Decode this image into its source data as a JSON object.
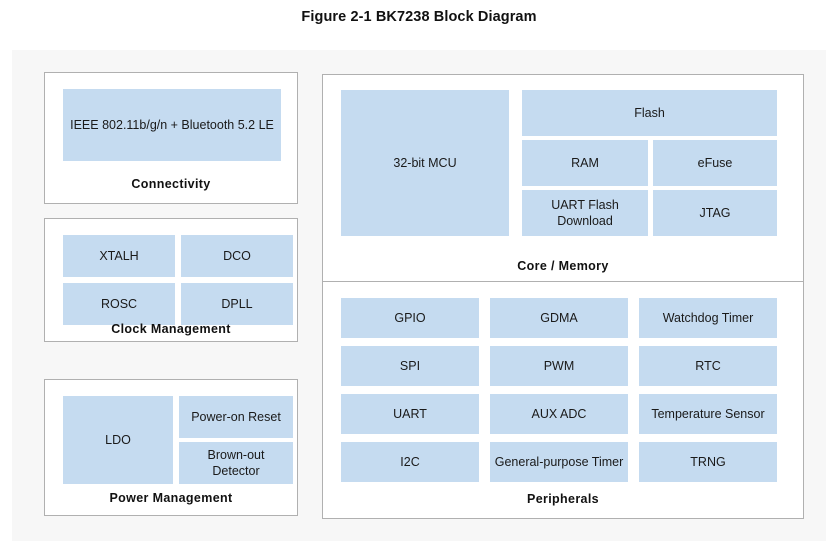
{
  "figure": {
    "title": "Figure 2-1 BK7238 Block Diagram"
  },
  "colors": {
    "block_fill": "#c5dbf0",
    "panel_border": "#b0b0b0",
    "canvas_background": "#f7f7f7",
    "text": "#1a1a1a"
  },
  "panels": {
    "connectivity": {
      "caption": "Connectivity",
      "blocks": [
        {
          "label": "IEEE 802.11b/g/n + Bluetooth 5.2 LE"
        }
      ]
    },
    "clock_management": {
      "caption": "Clock Management",
      "blocks": [
        {
          "label": "XTALH"
        },
        {
          "label": "DCO"
        },
        {
          "label": "ROSC"
        },
        {
          "label": "DPLL"
        }
      ]
    },
    "power_management": {
      "caption": "Power Management",
      "blocks": [
        {
          "label": "LDO"
        },
        {
          "label": "Power-on Reset"
        },
        {
          "label": "Brown-out Detector"
        }
      ]
    },
    "core_memory": {
      "caption": "Core / Memory",
      "blocks": [
        {
          "label": "32-bit MCU"
        },
        {
          "label": "Flash"
        },
        {
          "label": "RAM"
        },
        {
          "label": "eFuse"
        },
        {
          "label": "UART Flash Download"
        },
        {
          "label": "JTAG"
        }
      ]
    },
    "peripherals": {
      "caption": "Peripherals",
      "rows": [
        [
          {
            "label": "GPIO"
          },
          {
            "label": "GDMA"
          },
          {
            "label": "Watchdog Timer"
          }
        ],
        [
          {
            "label": "SPI"
          },
          {
            "label": "PWM"
          },
          {
            "label": "RTC"
          }
        ],
        [
          {
            "label": "UART"
          },
          {
            "label": "AUX ADC"
          },
          {
            "label": "Temperature Sensor"
          }
        ],
        [
          {
            "label": "I2C"
          },
          {
            "label": "General-purpose Timer"
          },
          {
            "label": "TRNG"
          }
        ]
      ]
    }
  }
}
